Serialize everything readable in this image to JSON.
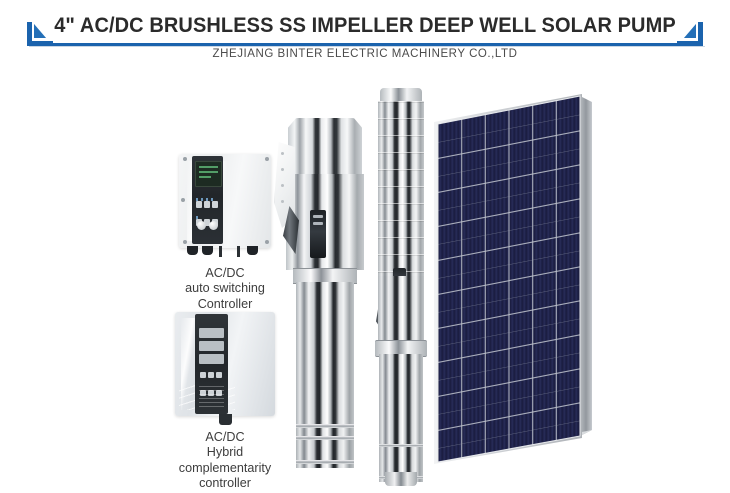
{
  "header": {
    "title": "4\" AC/DC BRUSHLESS SS IMPELLER DEEP WELL SOLAR PUMP",
    "subtitle": "ZHEJIANG BINTER ELECTRIC MACHINERY CO.,LTD",
    "rule_color": "#1b63ad",
    "title_color": "#2b2b2b",
    "bracket_left": "corner-bracket-left",
    "bracket_right": "corner-bracket-right"
  },
  "products": {
    "controller_auto": {
      "caption_lines": [
        "AC/DC",
        "auto switching",
        "Controller"
      ],
      "body_color": "#eceeef",
      "panel_color": "#25292d",
      "screen_color": "#1d2b22"
    },
    "controller_hybrid": {
      "caption_lines": [
        "AC/DC",
        "Hybrid",
        "complementarity",
        "controller"
      ],
      "body_color": "#e3e7ea",
      "panel_color": "#272b2f",
      "display_color": "#b9bfc4"
    },
    "pump_left": {
      "name": "stainless-steel-submersible-pump-wide",
      "finish_color": "#c8cccf"
    },
    "pump_right": {
      "name": "stainless-steel-submersible-pump-slim",
      "finish_color": "#c4c8cb"
    },
    "solar_panel": {
      "name": "polycrystalline-solar-panel",
      "cell_color": "#262a55",
      "cell_color_dark": "#1b1e40",
      "frame_color": "#c7cace",
      "grid_color": "#b9bdc6",
      "cell_columns": 6,
      "cell_rows": 10
    }
  },
  "background_color": "#ffffff"
}
